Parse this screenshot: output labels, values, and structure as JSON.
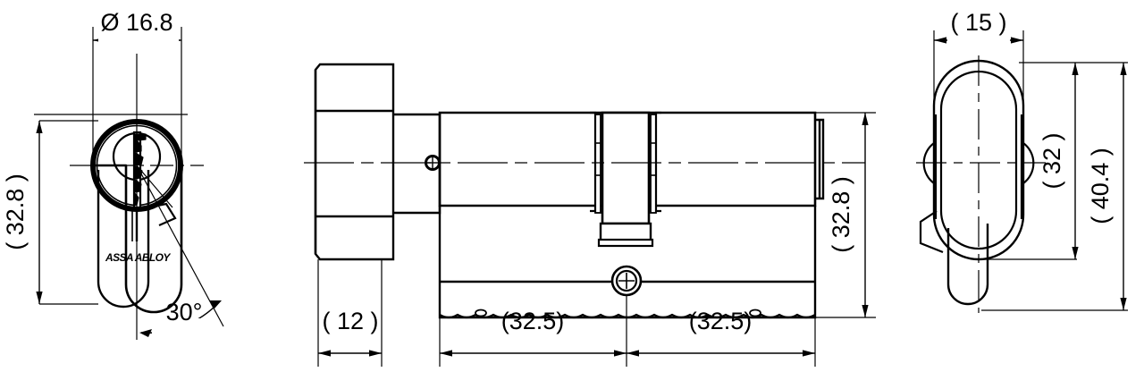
{
  "drawing": {
    "title": "ASSA ABLOY euro profile double cylinder with thumbturn",
    "line_color": "#000000",
    "background_color": "#ffffff",
    "brand_logo": "ASSA ABLOY"
  },
  "views": {
    "left": {
      "name": "front-face-view",
      "dimensions": {
        "diameter": {
          "label": "Ø 16.8",
          "name": "plug-diameter-dimension"
        },
        "height": {
          "label": "( 32.8 )",
          "name": "profile-height-dimension"
        },
        "angle": {
          "label": "30°",
          "name": "cam-angle-dimension"
        }
      },
      "logo": "ASSA ABLOY"
    },
    "middle": {
      "name": "side-elevation-view",
      "dimensions": {
        "knob_length": {
          "label": "( 12 )",
          "name": "thumbturn-length-dimension"
        },
        "left_barrel": {
          "label": "(32.5)",
          "name": "left-barrel-length-dimension"
        },
        "right_barrel": {
          "label": "(32.5)",
          "name": "right-barrel-length-dimension"
        },
        "body_height": {
          "label": "( 32.8 )",
          "name": "body-height-dimension"
        }
      }
    },
    "right": {
      "name": "thumbturn-end-view",
      "dimensions": {
        "width": {
          "label": "( 15 )",
          "name": "knob-width-dimension"
        },
        "knob_height": {
          "label": "( 32 )",
          "name": "knob-height-dimension"
        },
        "total_height": {
          "label": "( 40.4 )",
          "name": "overall-height-dimension"
        }
      }
    }
  }
}
